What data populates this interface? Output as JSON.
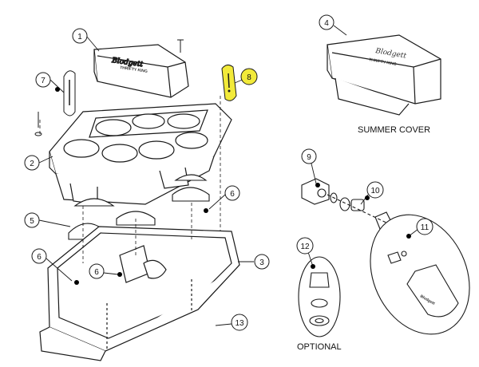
{
  "callouts": {
    "c1": "1",
    "c2": "2",
    "c3": "3",
    "c4": "4",
    "c5": "5",
    "c6a": "6",
    "c6b": "6",
    "c6c": "6",
    "c7": "7",
    "c8": "8",
    "c9": "9",
    "c10": "10",
    "c11": "11",
    "c12": "12",
    "c13": "13"
  },
  "captions": {
    "summer_cover": "SUMMER COVER",
    "optional": "OPTIONAL"
  },
  "branding": {
    "logo": "Blodgett",
    "subtitle": "THRIFTY KING"
  },
  "colors": {
    "line": "#1a1a1a",
    "highlight": "#f2ea3a",
    "callout_dot": "#000000"
  }
}
